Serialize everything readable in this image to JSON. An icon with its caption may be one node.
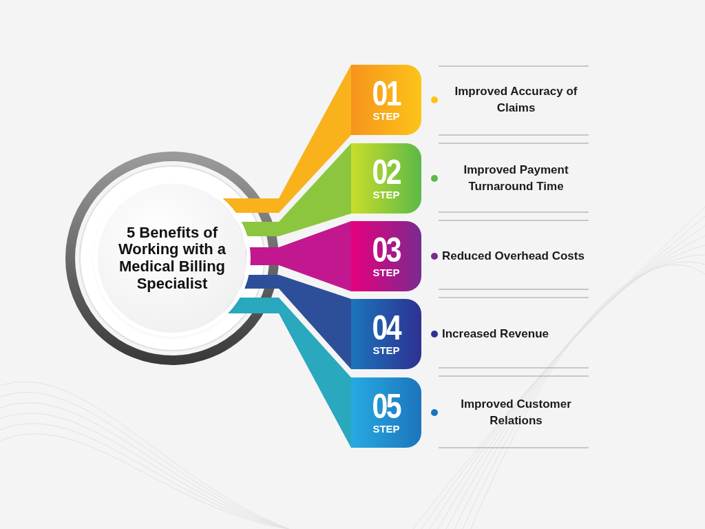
{
  "diagram": {
    "nodes": [
      {
        "text": [
          "5 Benefits of Working with a Medical Billing Specialist"
        ]
      },
      {
        "text": [
          "01",
          "STEP"
        ],
        "beside": [
          "Improved Accuracy of Claims"
        ]
      },
      {
        "text": [
          "02",
          "STEP"
        ],
        "beside": [
          "Improved Payment Turnaround Time"
        ]
      },
      {
        "text": [
          "03",
          "STEP"
        ],
        "beside": [
          "Reduced Overhead Costs"
        ]
      },
      {
        "text": [
          "04",
          "STEP"
        ],
        "beside": [
          "Increased Revenue"
        ]
      },
      {
        "text": [
          "05",
          "STEP"
        ],
        "beside": [
          "Improved Customer Relations"
        ]
      }
    ],
    "edges": [
      {
        "from": 0,
        "to": 1,
        "arrow": "none",
        "color": "#f9b11c"
      },
      {
        "from": 0,
        "to": 2,
        "arrow": "none",
        "color": "#8cc63f"
      },
      {
        "from": 0,
        "to": 3,
        "arrow": "none",
        "color": "#c2188f"
      },
      {
        "from": 0,
        "to": 4,
        "arrow": "none",
        "color": "#2d4f9a"
      },
      {
        "from": 0,
        "to": 5,
        "arrow": "none",
        "color": "#2aa8bd"
      }
    ]
  }
}
